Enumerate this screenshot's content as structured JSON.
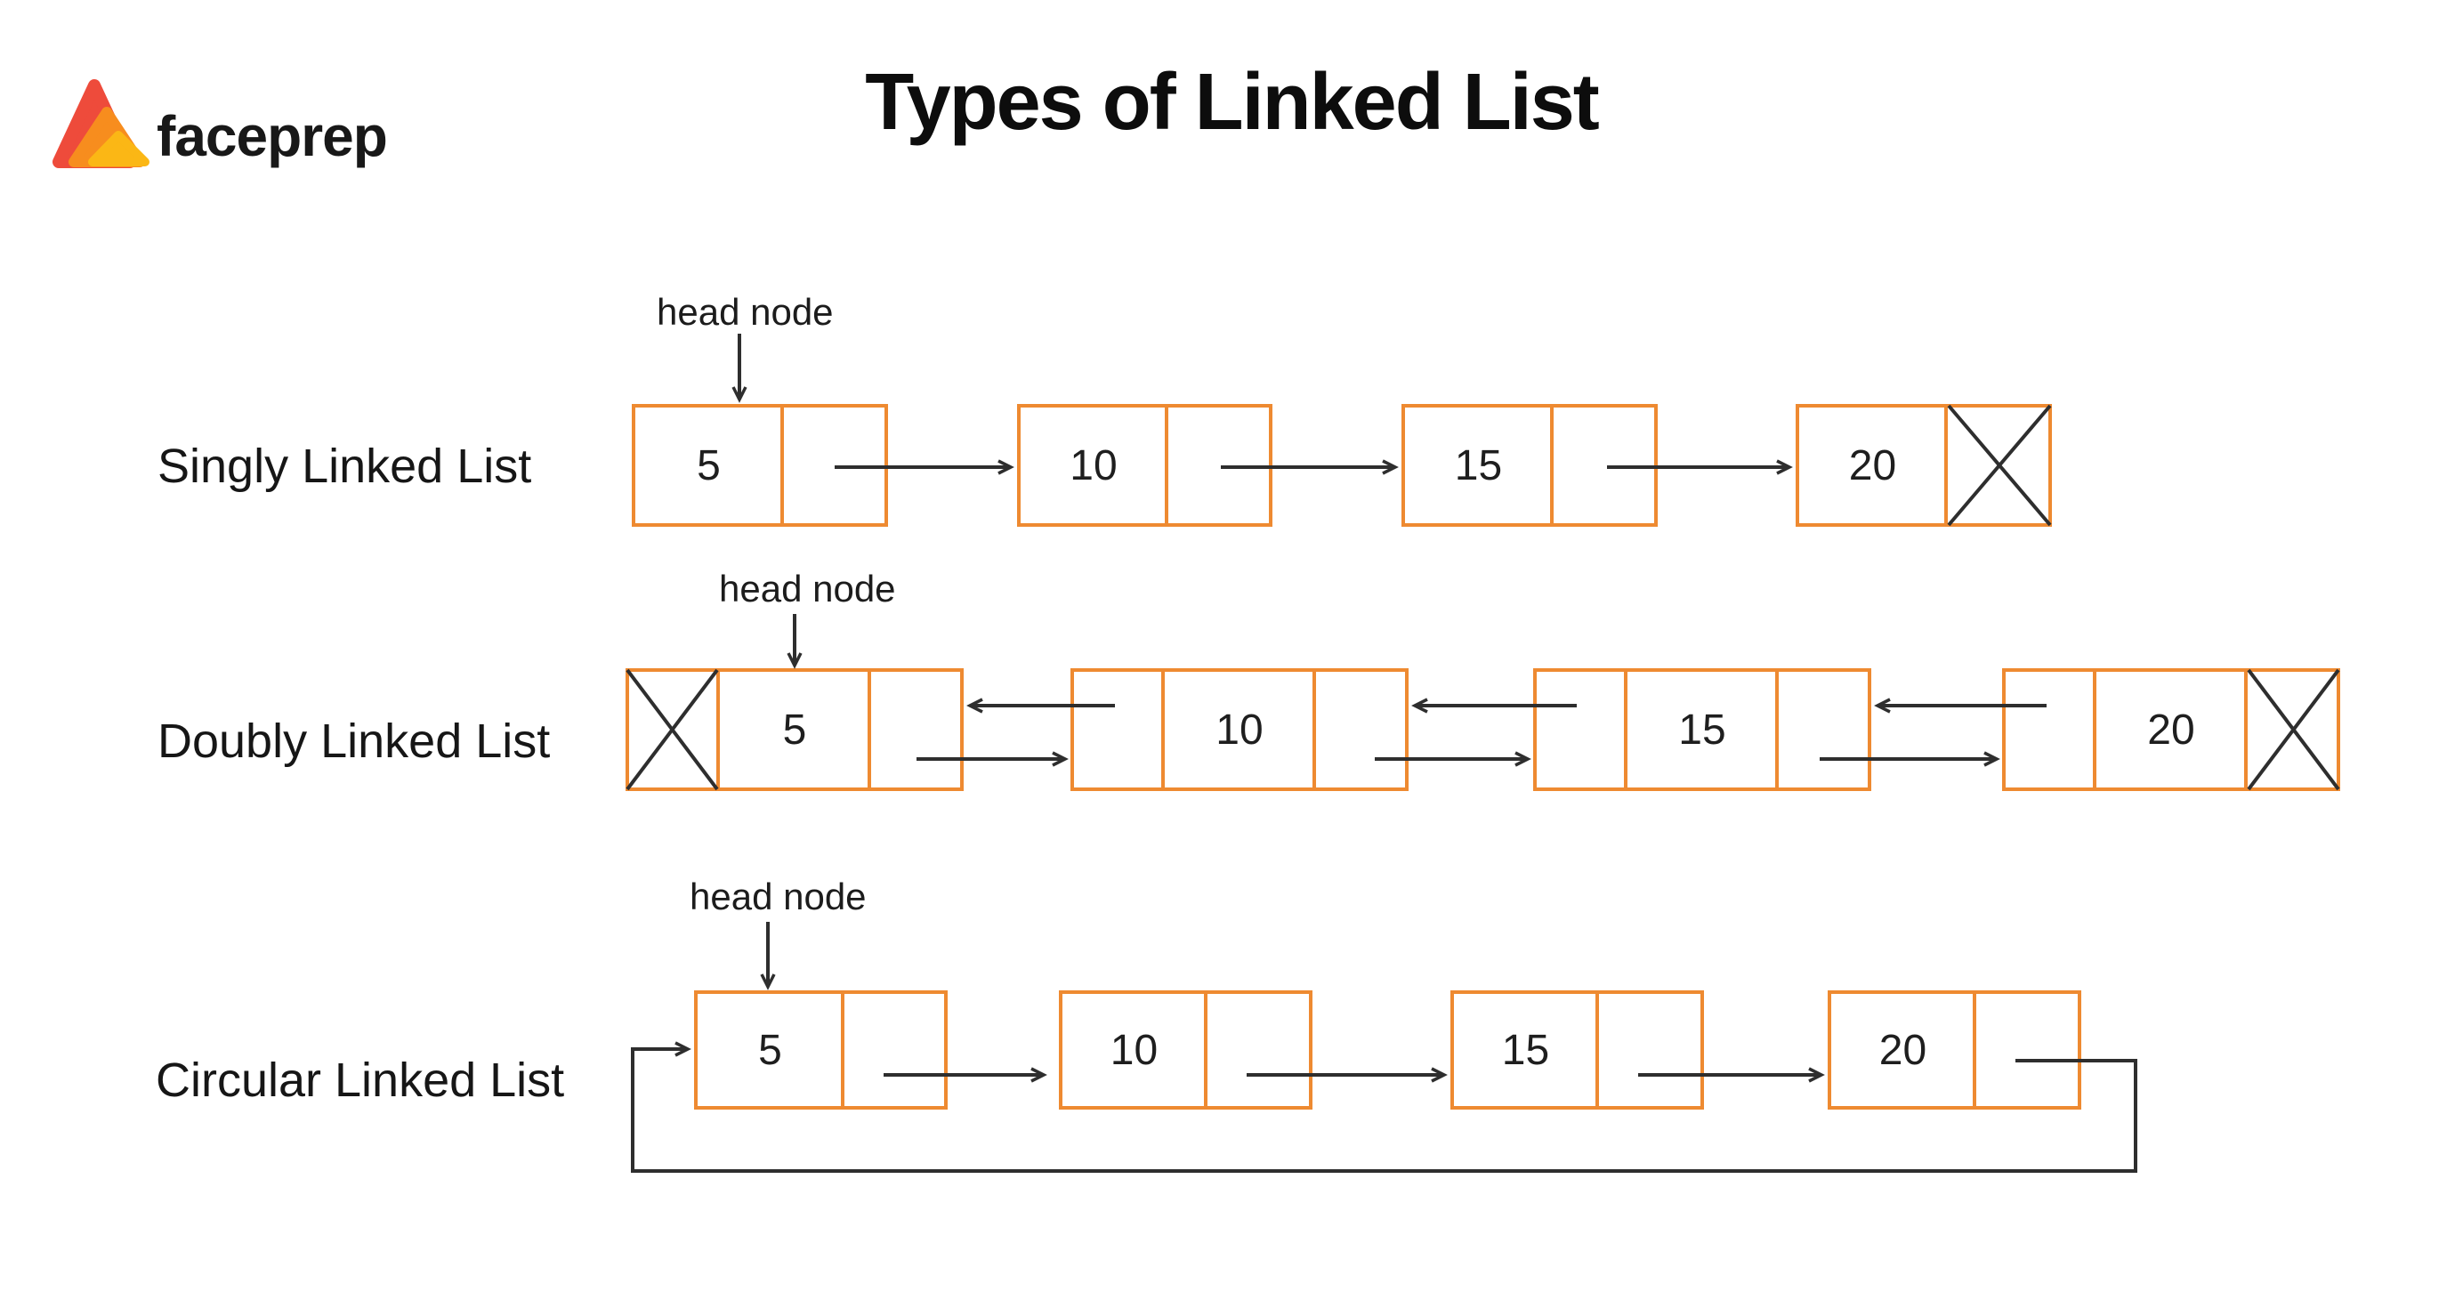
{
  "header": {
    "logo_text": "faceprep",
    "title": "Types of Linked List"
  },
  "diagram": {
    "head_pointer_label": "head node",
    "rows": [
      {
        "label": "Singly Linked List",
        "values": [
          "5",
          "10",
          "15",
          "20"
        ]
      },
      {
        "label": "Doubly Linked List",
        "values": [
          "5",
          "10",
          "15",
          "20"
        ]
      },
      {
        "label": "Circular Linked List",
        "values": [
          "5",
          "10",
          "15",
          "20"
        ]
      }
    ],
    "colors": {
      "node_border": "#EE8A31",
      "line": "#2E2E2E",
      "logo_red": "#EE4B3B",
      "logo_orange": "#F78D1E",
      "logo_yellow": "#FBB715"
    }
  }
}
